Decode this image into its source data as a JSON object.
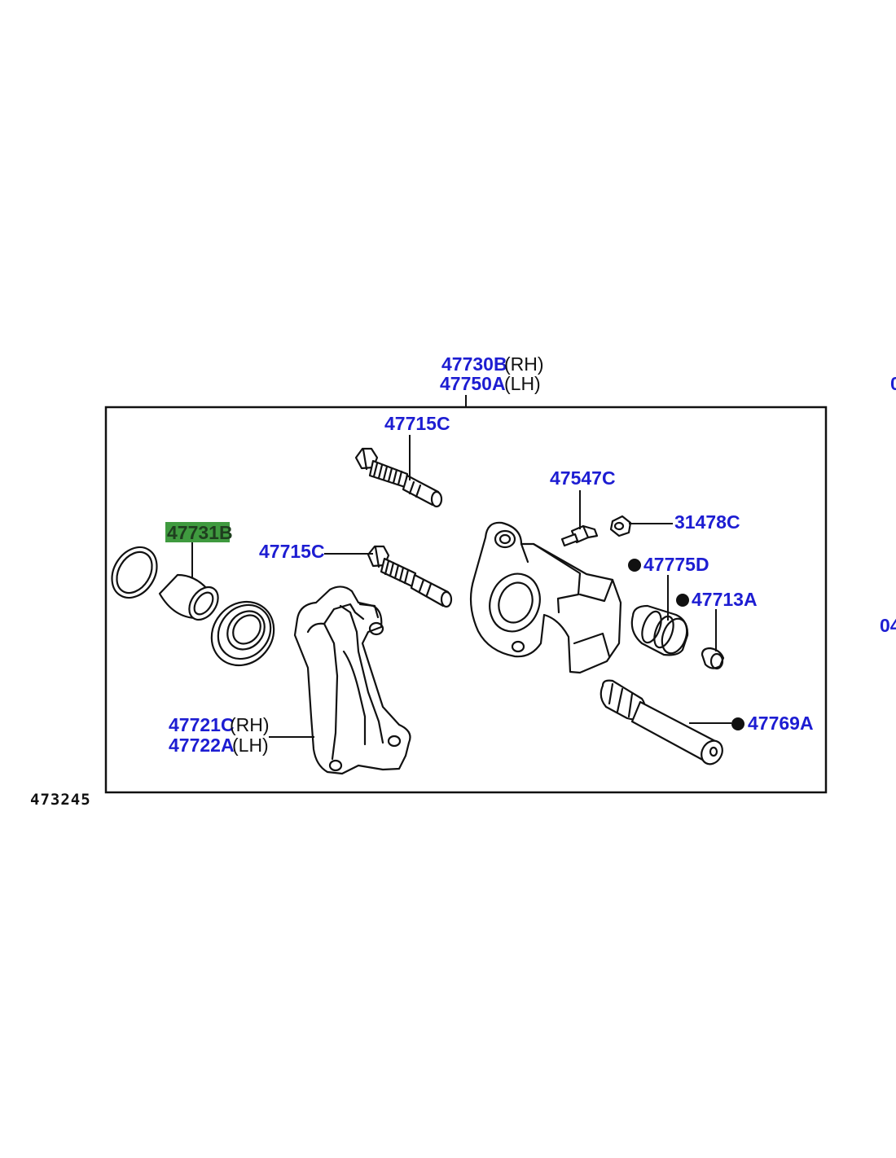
{
  "callouts": {
    "assembly_rh": {
      "code": "47730B",
      "suffix": "(RH)"
    },
    "assembly_lh": {
      "code": "47750A",
      "suffix": "(LH)"
    },
    "pin_upper": {
      "code": "47715C"
    },
    "pin_lower": {
      "code": "47715C"
    },
    "bleeder": {
      "code": "47547C"
    },
    "cap": {
      "code": "31478C"
    },
    "piston_kit": {
      "code": "47731B"
    },
    "boot_dot": {
      "code": "47775D"
    },
    "bushing_dot": {
      "code": "47713A"
    },
    "mounting_rh": {
      "code": "47721C",
      "suffix": "(RH)"
    },
    "mounting_lh": {
      "code": "47722A",
      "suffix": "(LH)"
    },
    "slide_pin_dot": {
      "code": "47769A"
    }
  },
  "figure_number": "473245",
  "edge_fragments": [
    "0",
    "04"
  ],
  "colors": {
    "callout": "#1d1dd2",
    "highlight_bg": "#3f9a3f",
    "line": "#111111"
  }
}
